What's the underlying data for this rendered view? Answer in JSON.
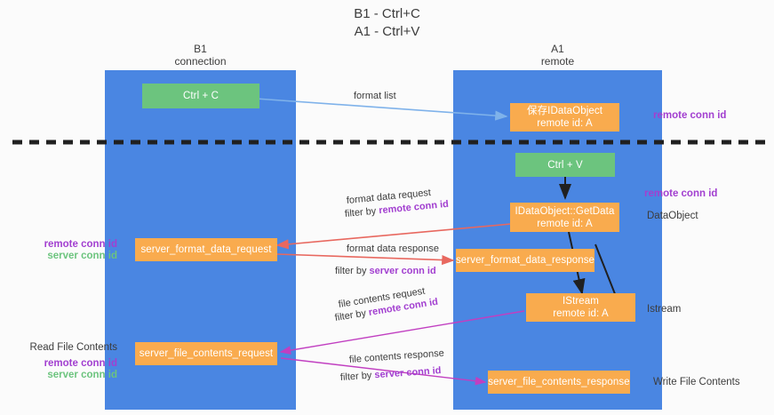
{
  "title": {
    "line1": "B1 - Ctrl+C",
    "line2": "A1 - Ctrl+V"
  },
  "columns": {
    "left": {
      "name": "B1",
      "role": "connection"
    },
    "right": {
      "name": "A1",
      "role": "remote"
    }
  },
  "colors": {
    "lane": "#4a86e2",
    "node_orange": "#f9ab4e",
    "node_green": "#6cc47e",
    "remote_conn_id": "#a23fd0",
    "server_conn_id_green": "#6cc47e",
    "arrow_blue": "#7fb2ea",
    "arrow_red": "#e8685f",
    "arrow_magenta": "#c13fc1",
    "arrow_black": "#202020",
    "separator": "#202020",
    "background": "#fbfbfb"
  },
  "nodes": {
    "ctrl_c": {
      "label": "Ctrl + C",
      "color": "green"
    },
    "save_idataobject": {
      "line1": "保存IDataObject",
      "line2": "remote id: A",
      "color": "orange"
    },
    "ctrl_v": {
      "label": "Ctrl + V",
      "color": "green"
    },
    "getdata": {
      "line1": "IDataObject::GetData",
      "line2": "remote id: A",
      "color": "orange"
    },
    "server_format_data_request": {
      "label": "server_format_data_request",
      "color": "orange"
    },
    "server_format_data_response": {
      "label": "server_format_data_response",
      "color": "orange"
    },
    "istream": {
      "line1": "IStream",
      "line2": "remote id: A",
      "color": "orange"
    },
    "server_file_contents_request": {
      "label": "server_file_contents_request",
      "color": "orange"
    },
    "server_file_contents_response": {
      "label": "server_file_contents_response",
      "color": "orange"
    }
  },
  "right_labels": {
    "remote_conn_id_top": "remote conn id",
    "remote_conn_id_mid": "remote conn id",
    "dataobject": "DataObject",
    "istream": "Istream",
    "write_file_contents": "Write File Contents"
  },
  "left_labels": {
    "remote_conn_id_mid": "remote conn id",
    "server_conn_id_mid": "server conn id",
    "read_file_contents": "Read File Contents",
    "remote_conn_id_bottom": "remote conn id",
    "server_conn_id_bottom": "server conn id"
  },
  "edges": [
    {
      "name": "format-list",
      "text": "format list"
    },
    {
      "name": "format-data-request",
      "text": "format data request",
      "filter_prefix": "filter by ",
      "filter_token": "remote conn id",
      "token_color": "purple"
    },
    {
      "name": "format-data-response",
      "text": "format data response",
      "filter_prefix": "filter by ",
      "filter_token": "server conn id",
      "token_color": "purple"
    },
    {
      "name": "file-contents-request",
      "text": "file contents request",
      "filter_prefix": "filter by ",
      "filter_token": "remote conn id",
      "token_color": "purple"
    },
    {
      "name": "file-contents-response",
      "text": "file contents response",
      "filter_prefix": "filter by ",
      "filter_token": "server conn id",
      "token_color": "purple"
    }
  ]
}
